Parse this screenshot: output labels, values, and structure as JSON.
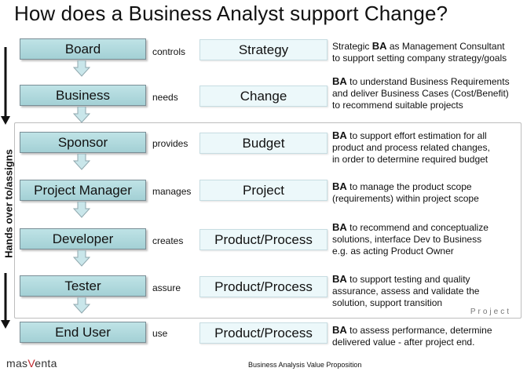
{
  "title": "How does a Business Analyst support Change?",
  "side_label": "Hands over to/assigns",
  "project_label": "Project",
  "footer": {
    "logo_text_a": "mas",
    "logo_v": "V",
    "logo_text_b": "enta",
    "caption": "Business Analysis Value Proposition"
  },
  "rows": [
    {
      "role": "Board",
      "verb": "controls",
      "thing": "Strategy",
      "desc": {
        "pre": "Strategic ",
        "bold": "BA",
        "post": " as Management Consultant",
        "lines": [
          "to support setting company strategy/goals"
        ]
      }
    },
    {
      "role": "Business",
      "verb": "needs",
      "thing": "Change",
      "desc": {
        "pre": "",
        "bold": "BA",
        "post": " to understand Business Requirements",
        "lines": [
          "and deliver Business Cases (Cost/Benefit)",
          "to recommend suitable projects"
        ]
      }
    },
    {
      "role": "Sponsor",
      "verb": "provides",
      "thing": "Budget",
      "desc": {
        "pre": "",
        "bold": "BA",
        "post": " to support effort estimation for all",
        "lines": [
          "product and process related changes,",
          "in order to determine required budget"
        ]
      }
    },
    {
      "role": "Project Manager",
      "verb": "manages",
      "thing": "Project",
      "desc": {
        "pre": "",
        "bold": "BA",
        "post": " to manage the product scope",
        "lines": [
          "(requirements) within project scope"
        ]
      }
    },
    {
      "role": "Developer",
      "verb": "creates",
      "thing": "Product/Process",
      "desc": {
        "pre": "",
        "bold": "BA",
        "post": " to recommend and conceptualize",
        "lines": [
          "solutions, interface Dev to Business",
          "e.g. as acting Product Owner"
        ]
      }
    },
    {
      "role": "Tester",
      "verb": "assure",
      "thing": "Product/Process",
      "desc": {
        "pre": "",
        "bold": "BA",
        "post": " to support testing and quality",
        "lines": [
          "assurance, assess and validate the",
          "solution, support transition"
        ]
      }
    },
    {
      "role": "End User",
      "verb": "use",
      "thing": "Product/Process",
      "desc": {
        "pre": "",
        "bold": "BA",
        "post": " to assess performance, determine",
        "lines": [
          "delivered value - after project end."
        ]
      }
    }
  ],
  "colors": {
    "role_fill": "#a9d5da",
    "thing_fill": "#ecf8fa",
    "arrow_fill": "#c9e6ea",
    "logo_accent": "#c0272d"
  }
}
